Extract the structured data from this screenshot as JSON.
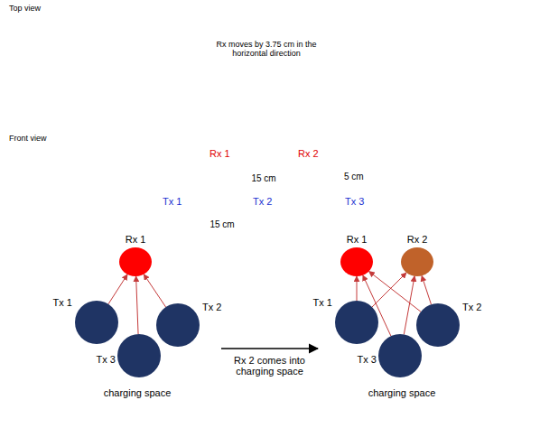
{
  "diagram": {
    "nodes": [
      {
        "text": [
          "Rx 1"
        ]
      },
      {
        "text": [
          "charging space"
        ]
      },
      {
        "text": [
          "Tx 1"
        ],
        "in": 1
      },
      {
        "text": [
          "Tx 2"
        ],
        "in": 1
      },
      {
        "text": [
          "Tx 3"
        ],
        "in": 1
      },
      {
        "text": [
          "Rx 1"
        ]
      },
      {
        "text": [
          "Rx 2"
        ]
      },
      {
        "text": [
          "charging space"
        ]
      },
      {
        "text": [
          "Tx 1"
        ],
        "in": 7
      },
      {
        "text": [
          "Tx 2"
        ],
        "in": 7
      },
      {
        "text": [
          "Tx 3"
        ],
        "in": 7
      }
    ],
    "edges": [
      {
        "from": 2,
        "to": 0,
        "arrow": "to"
      },
      {
        "from": 3,
        "to": 0,
        "arrow": "to"
      },
      {
        "from": 4,
        "to": 0,
        "arrow": "to"
      },
      {
        "from": 1,
        "to": 7,
        "label": "Rx 2 comes into charging space",
        "arrow": "to"
      },
      {
        "from": 8,
        "to": 5,
        "arrow": "to"
      },
      {
        "from": 9,
        "to": 5,
        "arrow": "to"
      },
      {
        "from": 10,
        "to": 5,
        "arrow": "to"
      },
      {
        "from": 8,
        "to": 6,
        "arrow": "to"
      },
      {
        "from": 9,
        "to": 6,
        "arrow": "to"
      },
      {
        "from": 10,
        "to": 6,
        "arrow": "to"
      }
    ],
    "labels": [
      "Top view",
      "Rx moves by 3.75 cm in the horizontal direction",
      "Front view",
      "Rx 1",
      "Rx 2",
      "15 cm",
      "5 cm",
      "Tx 1",
      "Tx 2",
      "Tx 3",
      "15 cm"
    ]
  }
}
